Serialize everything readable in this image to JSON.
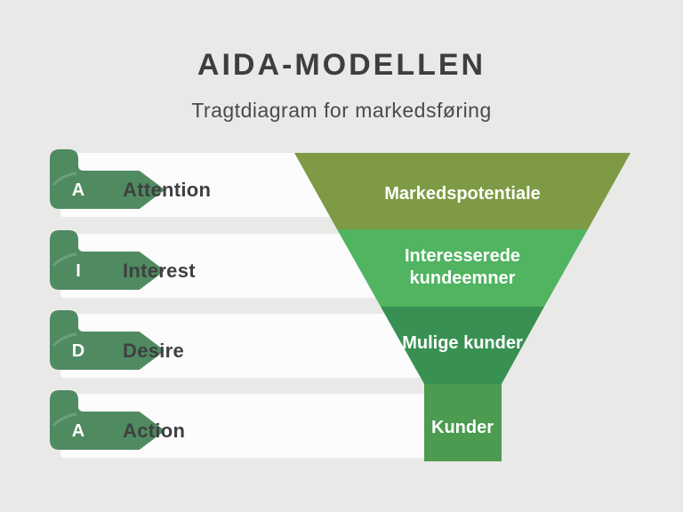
{
  "title": "AIDA-MODELLEN",
  "subtitle": "Tragtdiagram for markedsføring",
  "colors": {
    "bg": "#e9e9e8",
    "bar": "#fcfcfc",
    "badge": "#4f8a61",
    "seg1": "#7e9a44",
    "seg2": "#50b461",
    "seg3": "#389152",
    "seg4": "#4c9b50",
    "title-color": "#3e3e3e",
    "subtitle-color": "#4a4a4a",
    "row-label-color": "#3f4040",
    "funnel-label-color": "#ffffff"
  },
  "stages": [
    {
      "letter": "A",
      "label": "Attention",
      "funnel_label": "Markedspotentiale"
    },
    {
      "letter": "I",
      "label": "Interest",
      "funnel_label": "Interesserede kundeemner"
    },
    {
      "letter": "D",
      "label": "Desire",
      "funnel_label": "Mulige kunder"
    },
    {
      "letter": "A",
      "label": "Action",
      "funnel_label": "Kunder"
    }
  ]
}
